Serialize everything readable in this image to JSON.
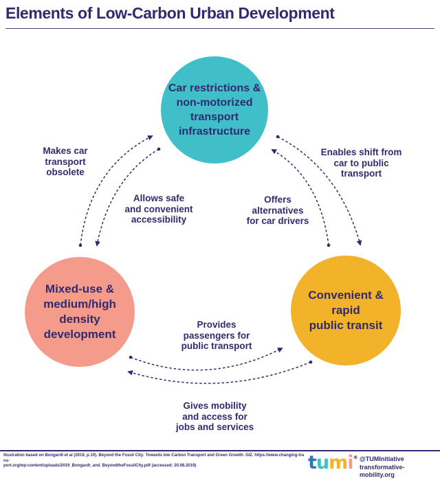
{
  "title": "Elements of Low-Carbon Urban Development",
  "colors": {
    "navy": "#302A6E",
    "teal": "#41BFC8",
    "salmon": "#F59B8B",
    "yellow": "#F2B32B",
    "logo_blue": "#2A79BB"
  },
  "nodes": {
    "car_restrictions": {
      "label": "Car restrictions &\nnon-motorized\ntransport\ninfrastructure",
      "color": "#41BFC8"
    },
    "mixed_use": {
      "label": "Mixed-use &\nmedium/high\ndensity\ndevelopment",
      "color": "#F59B8B"
    },
    "public_transit": {
      "label": "Convenient &\nrapid\npublic transit",
      "color": "#F2B32B"
    }
  },
  "edges": {
    "makes_car": {
      "from": "mixed_use",
      "to": "car_restrictions",
      "label": "Makes car\ntransport\nobsolete"
    },
    "allows_safe": {
      "from": "car_restrictions",
      "to": "mixed_use",
      "label": "Allows safe\nand convenient\naccessibility"
    },
    "offers_alternatives": {
      "from": "public_transit",
      "to": "car_restrictions",
      "label": "Offers\nalternatives\nfor car drivers"
    },
    "enables_shift": {
      "from": "car_restrictions",
      "to": "public_transit",
      "label": "Enables shift from\ncar to public\ntransport"
    },
    "provides_passengers": {
      "from": "mixed_use",
      "to": "public_transit",
      "label": "Provides\npassengers for\npublic transport"
    },
    "gives_mobility": {
      "from": "public_transit",
      "to": "mixed_use",
      "label": "Gives mobility\nand access for\njobs and services"
    }
  },
  "footer": {
    "citation_line1": "Illustration based on Bongardt et al (2019, p.10). Beyond the Fossil City: Towards low Carbon Transport and Green Growth. GIZ. https://www.changing-trans-",
    "citation_line2": "port.org/wp-content/uploads/2019_Bongardt_and_BeyondtheFossilCity.pdf (accessed: 20.08.2019)",
    "logo": {
      "letters": [
        {
          "char": "t",
          "color": "#2A79BB"
        },
        {
          "char": "u",
          "color": "#41BFC8"
        },
        {
          "char": "m",
          "color": "#F2B32B"
        },
        {
          "char": "i",
          "color": "#F59B8B"
        }
      ],
      "registered": "®"
    },
    "social_handle": "@TUMInitiative",
    "website": "transformative-mobility.org"
  }
}
